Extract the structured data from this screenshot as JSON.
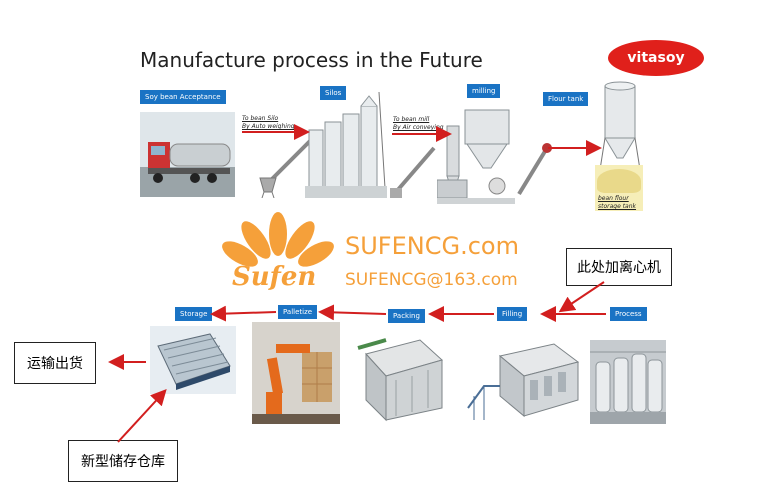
{
  "title": "Manufacture process in the Future",
  "logo": "vitasoy",
  "top_row": {
    "labels": [
      "Soy bean Acceptance",
      "Silos",
      "milling",
      "Flour tank"
    ],
    "notes": [
      "To bean Silo",
      "By Auto weighing",
      "To bean mill",
      "By Air conveying"
    ],
    "flour_note": [
      "bean flour",
      "storage tank"
    ]
  },
  "bottom_row": {
    "labels": [
      "Storage",
      "Palletize",
      "Packing",
      "Filling",
      "Process"
    ]
  },
  "watermark": {
    "brand": "Sufen",
    "site": "SUFENCG.com",
    "email": "SUFENCG@163.com"
  },
  "callouts": {
    "centrifuge": "此处加离心机",
    "shipping": "运输出货",
    "warehouse": "新型储存仓库"
  },
  "colors": {
    "tag": "#1a73c4",
    "arrow": "#d21f1f",
    "logo": "#e0201b",
    "watermark": "#f5a03a"
  }
}
